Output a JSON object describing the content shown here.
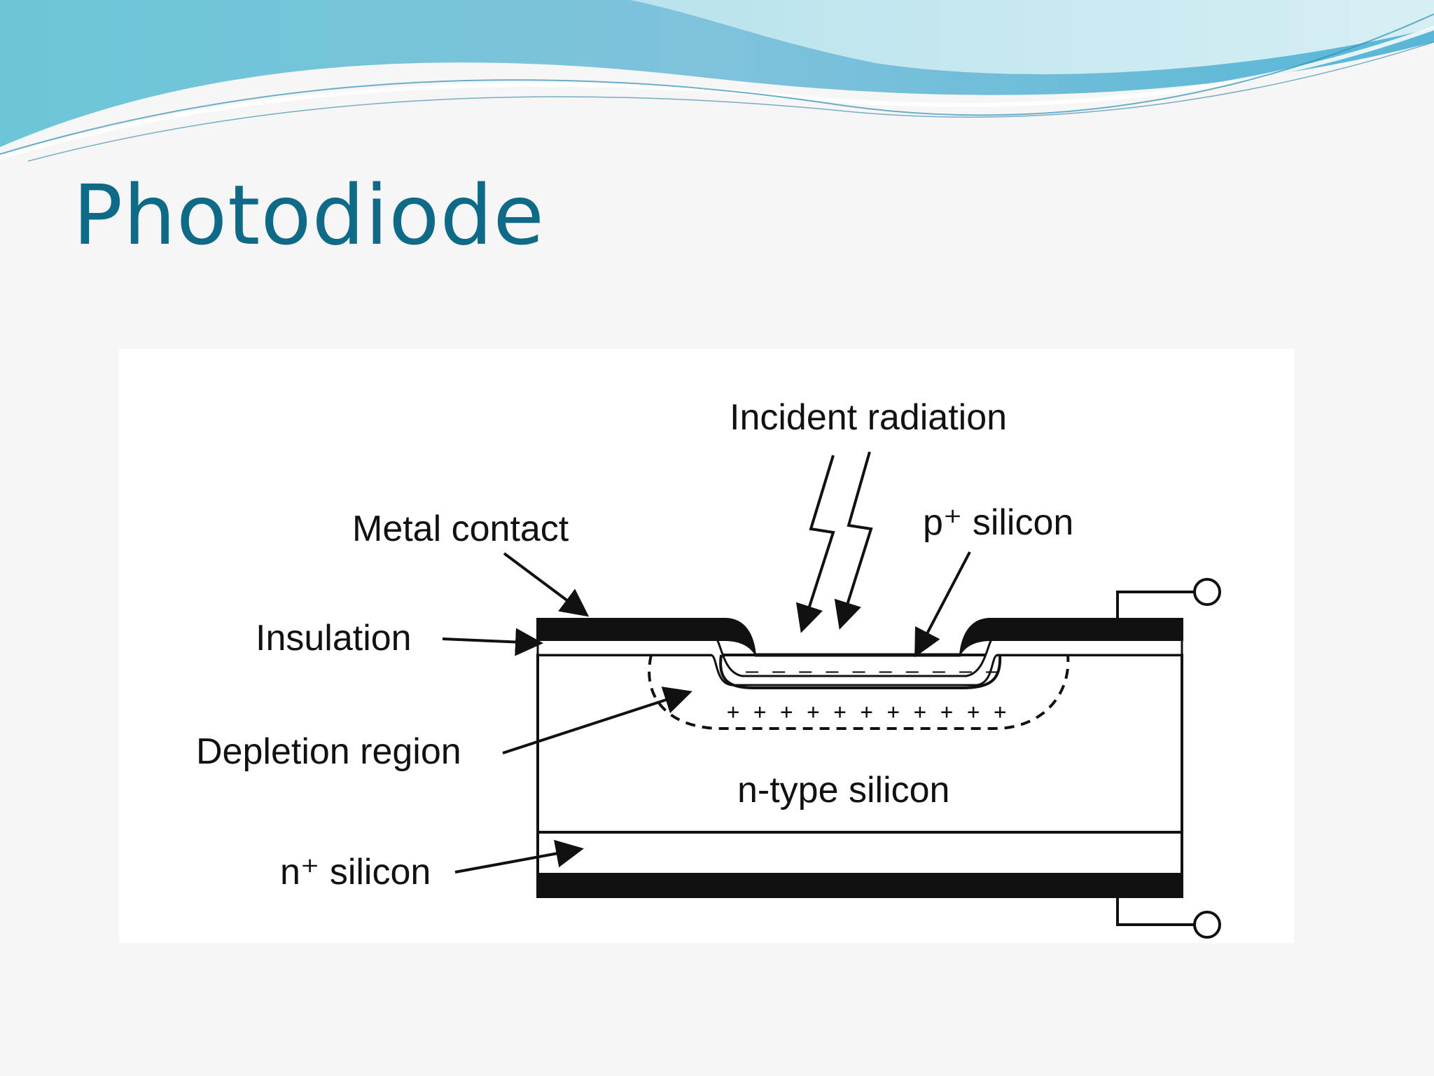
{
  "slide": {
    "title": "Photodiode"
  },
  "diagram": {
    "labels": {
      "incident_radiation": "Incident radiation",
      "metal_contact": "Metal contact",
      "p_plus_silicon": "p⁺ silicon",
      "insulation": "Insulation",
      "depletion_region": "Depletion region",
      "n_type_silicon": "n-type silicon",
      "n_plus_silicon": "n⁺ silicon"
    },
    "charges": {
      "negative": "– – – – – – – – – –",
      "positive": "+ + + + + + + + + + +"
    }
  },
  "colors": {
    "title": "#0e6a87",
    "wave_dark": "#4aa9c9",
    "wave_light": "#a8dce8",
    "background": "#f6f6f6"
  }
}
